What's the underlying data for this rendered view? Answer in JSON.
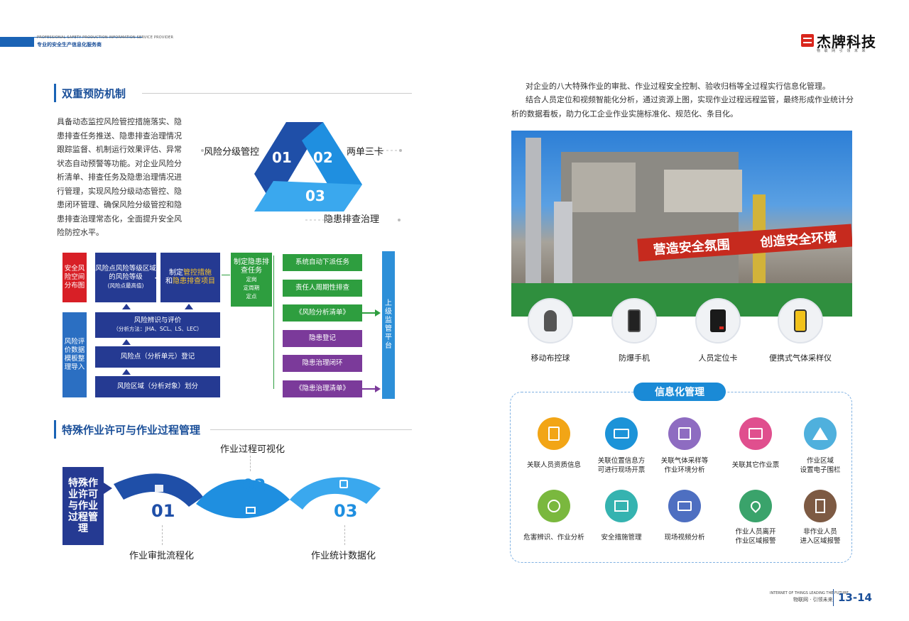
{
  "header": {
    "tagline_en": "PROFESSIONAL SAFETY PRODUCTION INFORMATION SERVICE PROVIDER",
    "tagline_cn": "专业的安全生产信息化服务商",
    "logo_text": "杰牌科技",
    "logo_sub": "物 联 网 引 领 未 来"
  },
  "section1": {
    "title": "双重预防机制",
    "paragraph": "具备动态监控风险管控措施落实、隐患排查任务推送、隐患排查治理情况跟踪监督、机制运行效果评估、异常状态自动预警等功能。对企业风险分析清单、排查任务及隐患治理情况进行管理，实现风险分级动态管控、隐患闭环管理、确保风险分级管控和隐患排查治理常态化，全面提升安全风险防控水平。",
    "triangle": {
      "n1": "01",
      "n2": "02",
      "n3": "03",
      "label1": "风险分级管控",
      "label2": "两单三卡",
      "label3": "隐患排查治理"
    }
  },
  "flow": {
    "red_box": "安全风险空间分布图",
    "box_level": "风险点风险等级区域的风险等级",
    "box_level_sub": "(风险点最高值)",
    "box_measure_a": "制定",
    "box_measure_b": "管控措施",
    "box_measure_c": "和",
    "box_measure_d": "隐患排查项目",
    "box_identify": "风险辨识与评价",
    "box_identify_sub": "（分析方法：JHA、SCL、LS、LEC）",
    "box_point": "风险点（分析单元）登记",
    "box_region": "风险区域（分析对象）划分",
    "left_box": "风险评价数据模板整理导入",
    "green_main": "制定隐患排查任务",
    "green_sub1": "定岗",
    "green_sub2": "定周期",
    "green_sub3": "定点",
    "steps": [
      "系统自动下派任务",
      "责任人周期性排查",
      "《风险分析清单》",
      "隐患登记",
      "隐患治理闭环",
      "《隐患治理清单》"
    ],
    "platform": "上级监管平台"
  },
  "section2": {
    "title": "特殊作业许可与作业过程管理",
    "side_label": "特殊作业许可与作业过程管理",
    "n1": "01",
    "n2": "02",
    "n3": "03",
    "label_top": "作业过程可视化",
    "label_left": "作业审批流程化",
    "label_right": "作业统计数据化"
  },
  "right": {
    "intro1": "对企业的八大特殊作业的审批、作业过程安全控制、验收归档等全过程实行信息化管理。",
    "intro2": "结合人员定位和视频智能化分析，通过资源上图，实现作业过程远程监管，最终形成作业统计分析的数据看板，助力化工企业作业实施标准化、规范化、条目化。",
    "photo_banner_left": "营造安全氛围",
    "photo_banner_right": "创造安全环境",
    "devices": [
      "移动布控球",
      "防爆手机",
      "人员定位卡",
      "便携式气体采样仪"
    ],
    "info_title": "信息化管理",
    "info_items": [
      {
        "label": "关联人员资质信息",
        "icon": "id-card-icon",
        "color": "#f2a516"
      },
      {
        "label": "关联位置信息方\n可进行现场开票",
        "icon": "printer-icon",
        "color": "#1c93d8"
      },
      {
        "label": "关联气体采样等\n作业环境分析",
        "icon": "edit-icon",
        "color": "#8e6cc1"
      },
      {
        "label": "关联其它作业票",
        "icon": "id-badge-icon",
        "color": "#e04f8e"
      },
      {
        "label": "作业区域\n设置电子围栏",
        "icon": "warning-icon",
        "color": "#4fb0dd"
      },
      {
        "label": "危害辨识、作业分析",
        "icon": "worker-icon",
        "color": "#7ab83e"
      },
      {
        "label": "安全措施管理",
        "icon": "board-icon",
        "color": "#35b3b0"
      },
      {
        "label": "现场视频分析",
        "icon": "monitor-icon",
        "color": "#4e6fc1"
      },
      {
        "label": "作业人员离开\n作业区域报警",
        "icon": "location-icon",
        "color": "#3aa36b"
      },
      {
        "label": "非作业人员\n进入区域报警",
        "icon": "building-icon",
        "color": "#7d5a43"
      }
    ]
  },
  "footer": {
    "en": "INTERNET OF THINGS LEADING THE FUTURE",
    "cn": "物联网 · 引领未来",
    "page": "13-14"
  }
}
